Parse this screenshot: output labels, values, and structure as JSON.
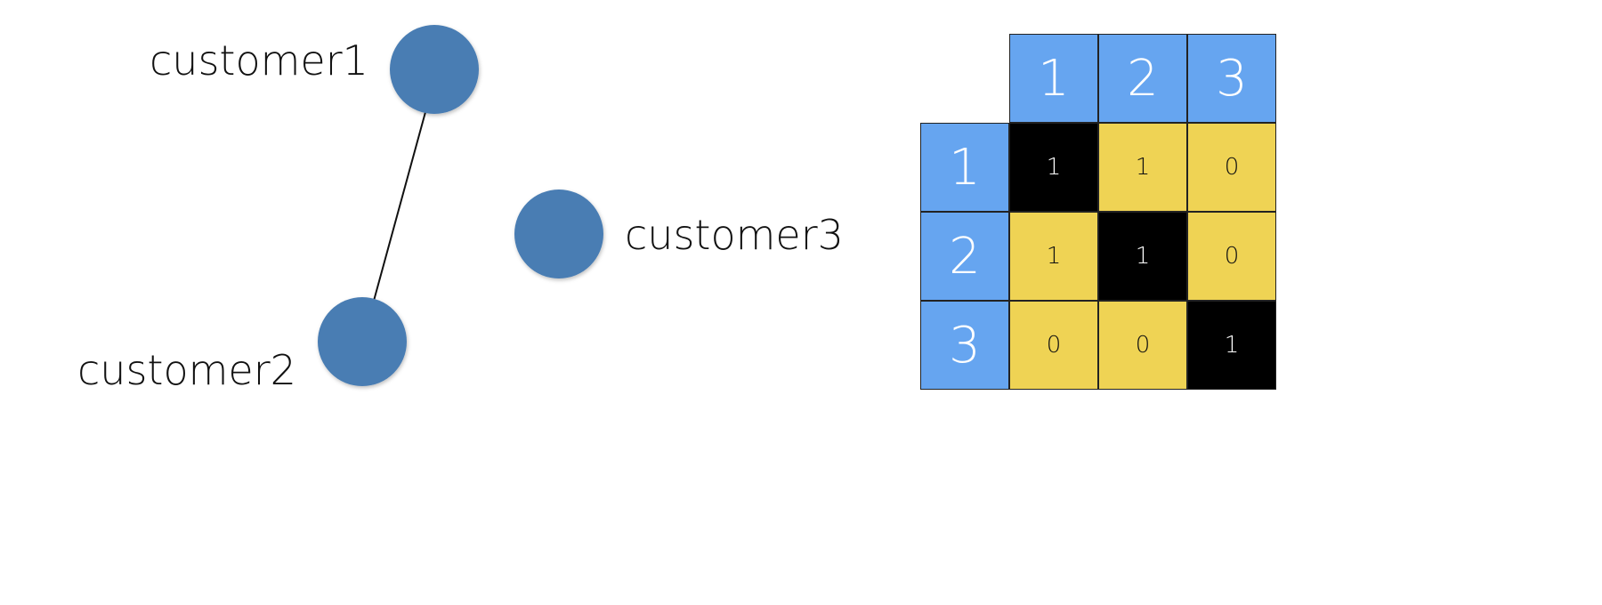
{
  "graph": {
    "nodes": [
      {
        "id": "c1",
        "label": "customer1"
      },
      {
        "id": "c2",
        "label": "customer2"
      },
      {
        "id": "c3",
        "label": "customer3"
      }
    ],
    "edges": [
      {
        "from": "c1",
        "to": "c2"
      }
    ],
    "node_color": "#4A7DB3"
  },
  "matrix": {
    "col_headers": [
      "1",
      "2",
      "3"
    ],
    "row_headers": [
      "1",
      "2",
      "3"
    ],
    "values": [
      [
        "1",
        "1",
        "0"
      ],
      [
        "1",
        "1",
        "0"
      ],
      [
        "0",
        "0",
        "1"
      ]
    ],
    "colors": {
      "header": "#66A5F0",
      "diagonal": "#000000",
      "other": "#EFD354"
    }
  }
}
